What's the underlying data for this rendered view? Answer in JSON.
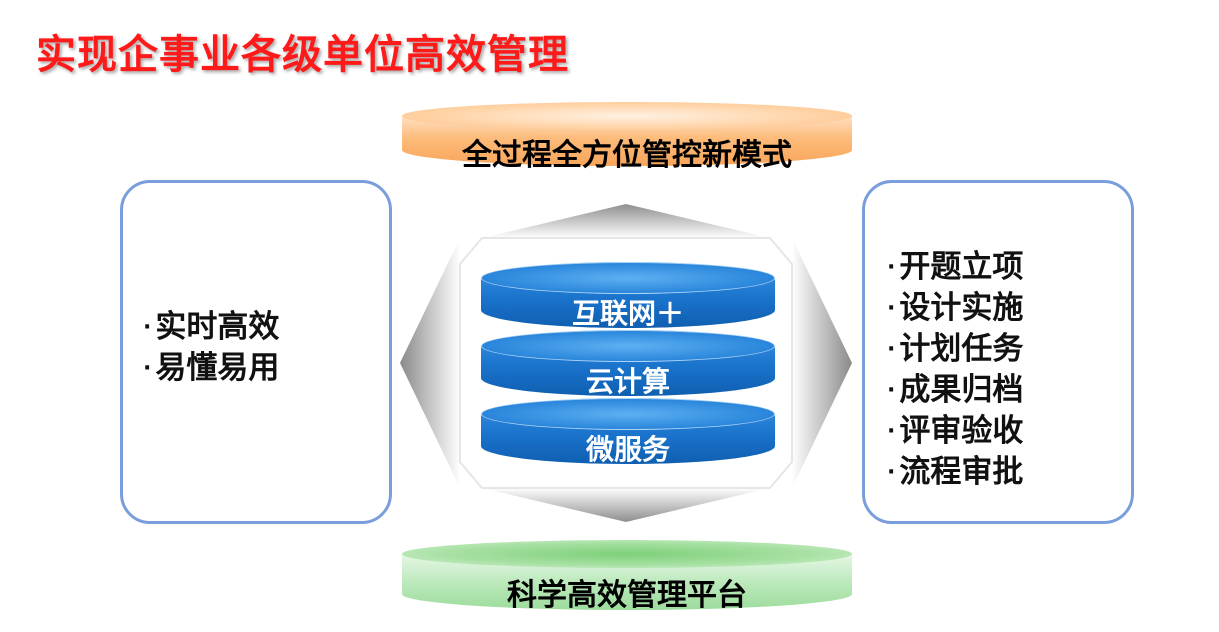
{
  "page": {
    "title": "实现企事业各级单位高效管理"
  },
  "top_cylinder": {
    "label": "全过程全方位管控新模式",
    "color": "#fbb26e"
  },
  "bottom_cylinder": {
    "label": "科学高效管理平台",
    "color": "#a6e0a2"
  },
  "left_panel": {
    "bullet": "·",
    "items": [
      "实时高效",
      "易懂易用"
    ]
  },
  "right_panel": {
    "bullet": "·",
    "items": [
      "开题立项",
      "设计实施",
      "计划任务",
      "成果归档",
      "评审验收",
      "流程审批"
    ]
  },
  "center_stack": {
    "layers": [
      "互联网＋",
      "云计算",
      "微服务"
    ],
    "color": "#1a73cc"
  },
  "colors": {
    "title": "#ff1a1a",
    "panel_border": "#7a9edc",
    "arrow": "#9a9a9a"
  }
}
